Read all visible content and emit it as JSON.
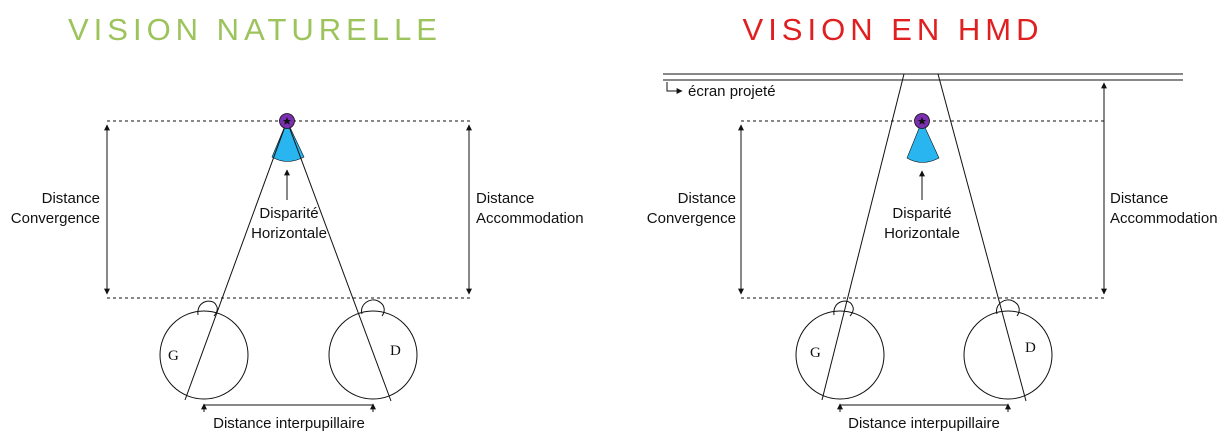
{
  "natural": {
    "title": "VISION NATURELLE",
    "title_color": "#9dc35c",
    "convergence_line1": "Distance",
    "convergence_line2": "Convergence",
    "accommodation_line1": "Distance",
    "accommodation_line2": "Accommodation",
    "disparity_line1": "Disparité",
    "disparity_line2": "Horizontale",
    "eye_left": "G",
    "eye_right": "D",
    "interpupillary": "Distance interpupillaire"
  },
  "hmd": {
    "title": "VISION EN HMD",
    "title_color": "#e02020",
    "screen_label": "écran projeté",
    "convergence_line1": "Distance",
    "convergence_line2": "Convergence",
    "accommodation_line1": "Distance",
    "accommodation_line2": "Accommodation",
    "disparity_line1": "Disparité",
    "disparity_line2": "Horizontale",
    "eye_left": "G",
    "eye_right": "D",
    "interpupillary": "Distance interpupillaire"
  },
  "colors": {
    "focus_point": "#7a2fb0",
    "disparity_wedge": "#29b6f0",
    "lines": "#111111"
  }
}
